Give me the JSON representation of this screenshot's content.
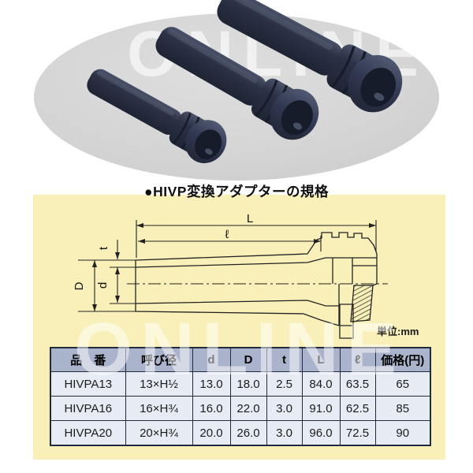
{
  "section": {
    "title": "●HIVP変換アダプターの規格",
    "unit_note": "単位:mm"
  },
  "watermark": {
    "photo": "ONLINE",
    "panel": "ONLINE"
  },
  "diagram": {
    "labels": {
      "L": "L",
      "l": "ℓ",
      "t": "t",
      "D": "D",
      "d": "d"
    }
  },
  "table": {
    "headers": [
      "品　番",
      "呼び径",
      "d",
      "D",
      "t",
      "L",
      "ℓ",
      "価格(円)"
    ],
    "rows": [
      [
        "HIVPA13",
        "13×H½",
        "13.0",
        "18.0",
        "2.5",
        "84.0",
        "63.5",
        "65"
      ],
      [
        "HIVPA16",
        "16×H¾",
        "16.0",
        "22.0",
        "3.0",
        "91.0",
        "62.5",
        "85"
      ],
      [
        "HIVPA20",
        "20×H¾",
        "20.0",
        "26.0",
        "3.0",
        "96.0",
        "72.5",
        "90"
      ]
    ]
  },
  "colors": {
    "panel_bg": "#f8f0b8",
    "table_header_bg": "#a9b3cb",
    "table_cell_bg": "#e7ebf4",
    "table_border": "#222b3c",
    "adapter_body": "#2a3043",
    "photo_oval": "#d5d5d5"
  }
}
